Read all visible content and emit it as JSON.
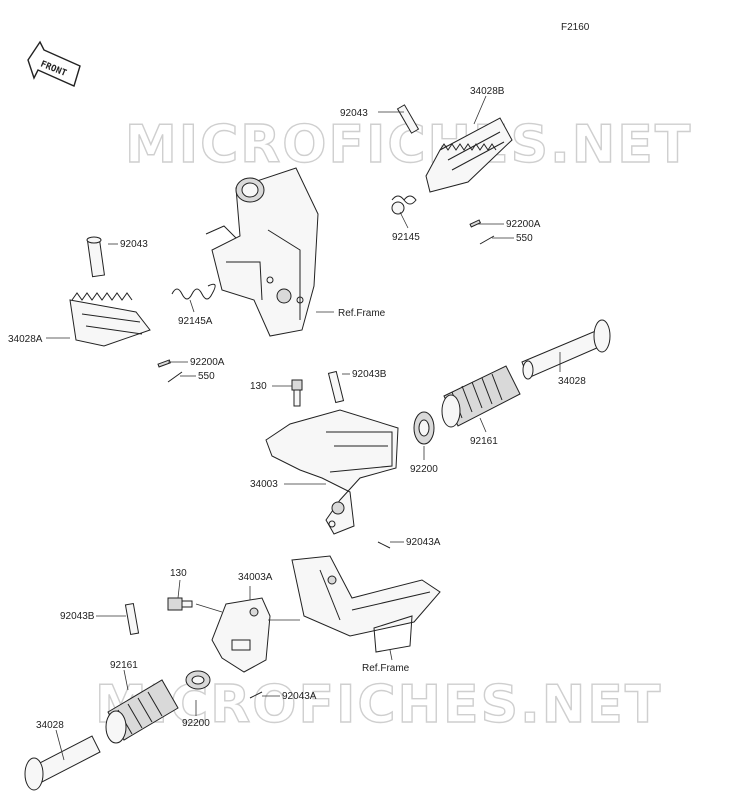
{
  "figure_code": "F2160",
  "front_label": "FRONT",
  "watermark": "MICROFICHES.NET",
  "labels": {
    "l_92043_top": "92043",
    "l_34028B": "34028B",
    "l_92200A_top": "92200A",
    "l_550_top": "550",
    "l_92145_top": "92145",
    "l_92043_left": "92043",
    "l_92145A": "92145A",
    "l_refframe_top": "Ref.Frame",
    "l_34028A": "34028A",
    "l_92200A_left": "92200A",
    "l_550_left": "550",
    "l_130_mid": "130",
    "l_92043B_mid": "92043B",
    "l_34028_right": "34028",
    "l_92161_mid": "92161",
    "l_92200_mid": "92200",
    "l_34003": "34003",
    "l_92043A_mid": "92043A",
    "l_130_low": "130",
    "l_34003A": "34003A",
    "l_92043B_low": "92043B",
    "l_92161_low": "92161",
    "l_refframe_low": "Ref.Frame",
    "l_92043A_low": "92043A",
    "l_92200_low": "92200",
    "l_34028_low": "34028"
  }
}
